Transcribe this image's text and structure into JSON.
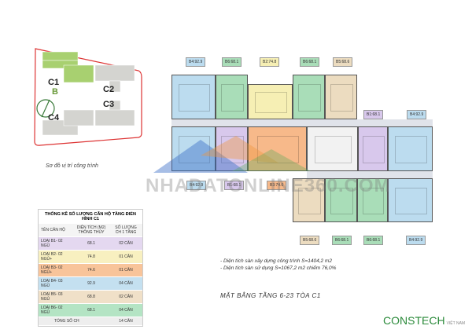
{
  "site_plan": {
    "buildings": [
      "C1",
      "C2",
      "C3",
      "C4"
    ],
    "compass": "B",
    "caption": "Sơ đồ vị trí công trình"
  },
  "floor_plan": {
    "top_labels": [
      "B4:92.9",
      "B6:68.1",
      "B2:74.8",
      "B6:68.1",
      "B5:68.6"
    ],
    "right_labels": [
      "B1:68.1",
      "B4:92.9"
    ],
    "middle_labels": [
      "B4:92.9",
      "B1:68.1",
      "B3:74.6"
    ],
    "bottom_labels": [
      "B5:68.6",
      "B6:68.1",
      "B6:68.1",
      "B4:92.9"
    ]
  },
  "watermark": "NHADATONLINE360.COM",
  "table": {
    "title": "THỐNG KÊ SỐ LƯỢNG CĂN HỘ TẦNG ĐIỂN HÌNH C1",
    "headers": [
      "TÊN CĂN HỘ",
      "DIỆN TÍCH (M2) THÔNG THỦY",
      "SỐ LƯỢNG CH 1 TẦNG"
    ],
    "rows": [
      {
        "name": "LOẠI B1- 02 NGỦ",
        "area": "68.1",
        "count": "02 CĂN",
        "color": "#e4d8f0"
      },
      {
        "name": "LOẠI B2- 02 NGỦ+",
        "area": "74.8",
        "count": "01 CĂN",
        "color": "#f8f0c0"
      },
      {
        "name": "LOẠI B3- 02 NGỦ+",
        "area": "74.6",
        "count": "01 CĂN",
        "color": "#f8c49a"
      },
      {
        "name": "LOẠI B4- 03 NGỦ",
        "area": "92.9",
        "count": "04 CĂN",
        "color": "#c4e0f0"
      },
      {
        "name": "LOẠI B5- 03 NGỦ",
        "area": "68.8",
        "count": "02 CĂN",
        "color": "#f0e0c8"
      },
      {
        "name": "LOẠI B6- 02 NGỦ",
        "area": "68.1",
        "count": "04 CĂN",
        "color": "#b4e4c4"
      }
    ],
    "total_label": "TỔNG SỐ CH",
    "total": "14 CĂN"
  },
  "notes": [
    "- Diện tích sàn xây dựng công trình S=1404,2 m2",
    "- Diện tích sàn sử dụng S=1067,2 m2 chiếm 76,0%"
  ],
  "title": "MẶT BẰNG TẦNG 6-23 TÒA C1",
  "logo": {
    "name": "CONSTECH",
    "sub": "VIỆT NAM"
  }
}
